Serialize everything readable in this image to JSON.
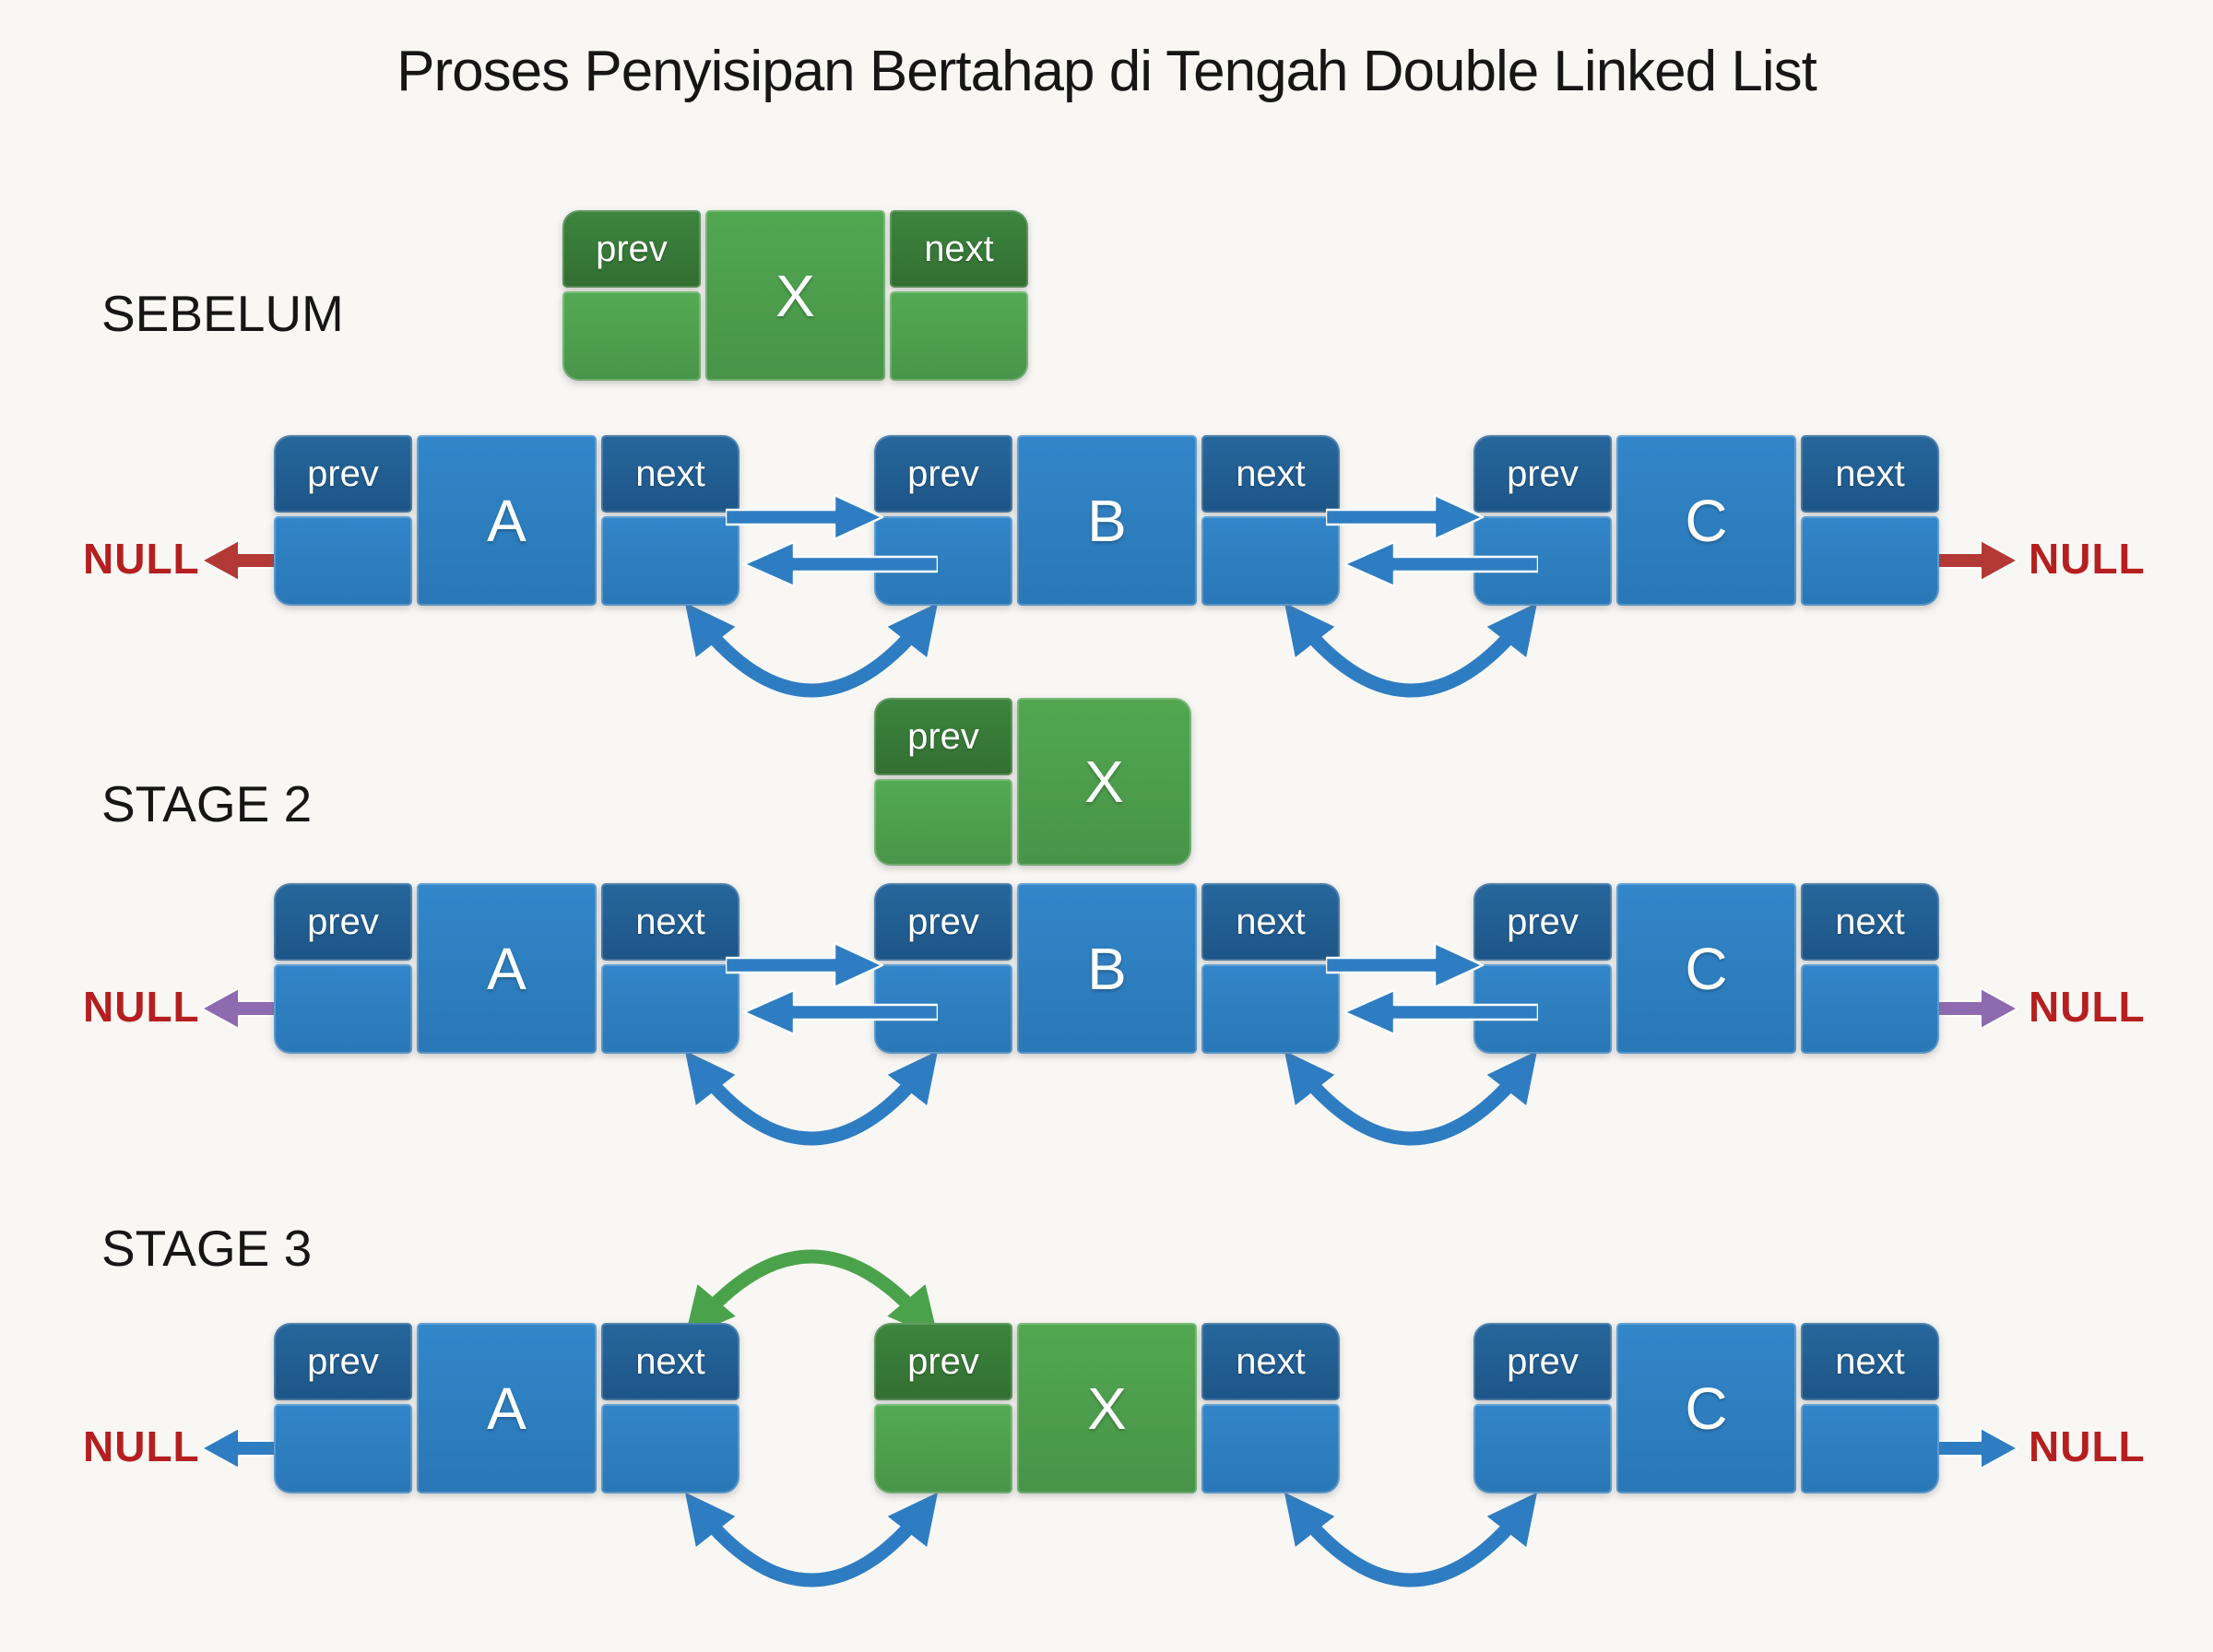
{
  "title": "Proses Penyisipan Bertahap di Tengah Double Linked List",
  "pointer_labels": {
    "prev": "prev",
    "next": "next"
  },
  "null_label": "NULL",
  "stages": [
    {
      "label": "SEBELUM",
      "floating_node": {
        "value": "X",
        "color": "green",
        "cells": [
          "prev",
          "next"
        ]
      },
      "list": [
        {
          "value": "A"
        },
        {
          "value": "B"
        },
        {
          "value": "C"
        }
      ],
      "null_arrow_color": "#b23936"
    },
    {
      "label": "STAGE 2",
      "floating_node": {
        "value": "X",
        "color": "green",
        "cells": [
          "prev"
        ]
      },
      "list": [
        {
          "value": "A"
        },
        {
          "value": "B"
        },
        {
          "value": "C"
        }
      ],
      "null_arrow_color": "#8e6bb0"
    },
    {
      "label": "STAGE 3",
      "floating_node": null,
      "list": [
        {
          "value": "A"
        },
        {
          "value": "X"
        },
        {
          "value": "C"
        }
      ],
      "null_arrow_color": "#2e7dc2"
    }
  ],
  "colors": {
    "background": "#f8f7f4",
    "node_blue": "#2e7fc2",
    "node_blue_header": "#205e92",
    "node_green": "#4fa44e",
    "node_green_header": "#377d37",
    "arrow_blue": "#2e7dc2",
    "arrow_green": "#4aa34a",
    "arrow_red": "#b23936",
    "arrow_purple": "#8e6bb0",
    "null_text": "#b51f1f",
    "text": "#161616"
  }
}
